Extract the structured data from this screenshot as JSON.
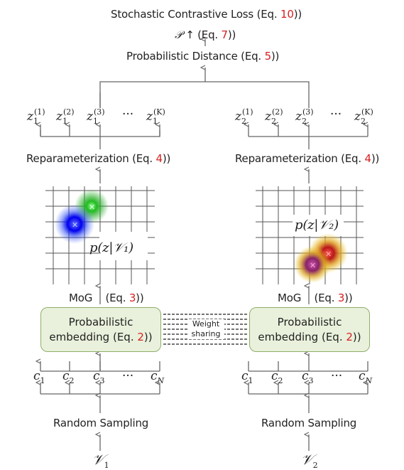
{
  "top": {
    "loss_text": "Stochastic Contrastive Loss (Eq. ",
    "loss_ref": "10",
    "loss_close": "))",
    "p_text": "↑ (Eq. ",
    "p_symbol": "𝒫",
    "p_ref": "7",
    "p_close": "))",
    "dist_text": "Probabilistic Distance (Eq. ",
    "dist_ref": "5",
    "dist_close": "))"
  },
  "left": {
    "z_base": "z",
    "z_sub": "1",
    "samples": [
      "(1)",
      "(2)",
      "(3)",
      "(K)"
    ],
    "ellipsis": "···",
    "reparam_text": "Reparameterization (Eq. ",
    "reparam_ref": "4",
    "reparam_close": "))",
    "density": "p(z|𝒱₁)",
    "mog_text": "MoG",
    "mog_eq": "(Eq. ",
    "mog_ref": "3",
    "mog_close": "))",
    "embed_line1": "Probabilistic",
    "embed_line2": "embedding (Eq. ",
    "embed_ref": "2",
    "embed_close": "))",
    "c_items": [
      "1",
      "2",
      "3",
      "N"
    ],
    "sampling": "Random Sampling",
    "input": "𝒱",
    "input_sub": "1"
  },
  "right": {
    "z_base": "z",
    "z_sub": "2",
    "samples": [
      "(1)",
      "(2)",
      "(3)",
      "(K)"
    ],
    "ellipsis": "···",
    "reparam_text": "Reparameterization (Eq. ",
    "reparam_ref": "4",
    "reparam_close": "))",
    "density": "p(z|𝒱₂)",
    "mog_text": "MoG",
    "mog_eq": "(Eq. ",
    "mog_ref": "3",
    "mog_close": "))",
    "embed_line1": "Probabilistic",
    "embed_line2": "embedding (Eq. ",
    "embed_ref": "2",
    "embed_close": "))",
    "c_items": [
      "1",
      "2",
      "3",
      "N"
    ],
    "sampling": "Random Sampling",
    "input": "𝒱",
    "input_sub": "2"
  },
  "shared": {
    "line1": "Weight",
    "line2": "sharing"
  },
  "colors": {
    "left_blobs": [
      "#00aa00",
      "#0000ee"
    ],
    "right_blobs": [
      "#cc2222",
      "#aa2266"
    ],
    "embed_fill": "#e9f1dc",
    "ref": "#d62020"
  }
}
